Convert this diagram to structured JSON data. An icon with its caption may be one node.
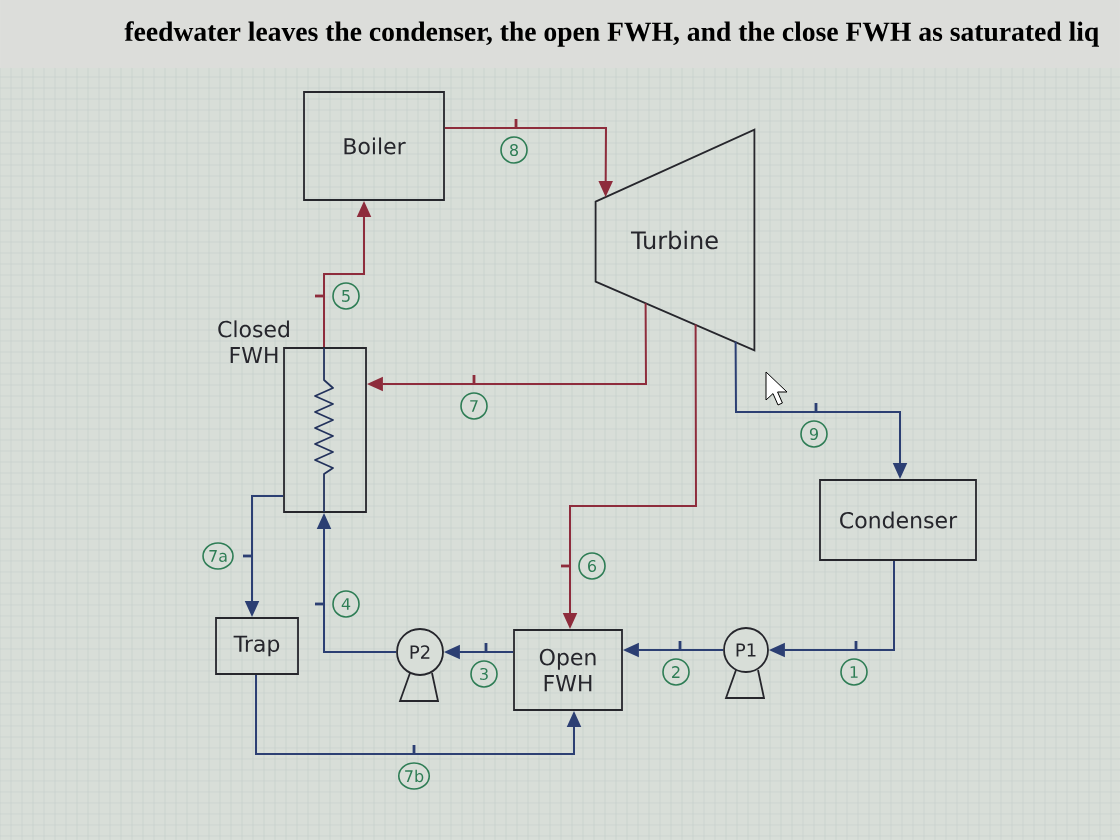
{
  "diagram": {
    "nodes": [
      {
        "text": [
          "Boiler"
        ]
      },
      {
        "text": [
          "Turbine"
        ]
      },
      {
        "text": [
          "Closed FWH"
        ]
      },
      {
        "text": [
          "Condenser"
        ]
      },
      {
        "text": [
          "Trap"
        ]
      },
      {
        "text": [
          "P2"
        ]
      },
      {
        "text": [
          "Open FWH"
        ]
      },
      {
        "text": [
          "P1"
        ]
      }
    ],
    "edges": [
      {
        "from": 0,
        "to": 1,
        "arrow": "to",
        "label": "8",
        "color": "#8e2c3c"
      },
      {
        "from": 2,
        "to": 0,
        "arrow": "to",
        "label": "5",
        "color": "#8e2c3c"
      },
      {
        "from": 1,
        "to": 2,
        "arrow": "to",
        "label": "7",
        "color": "#8e2c3c"
      },
      {
        "from": 1,
        "to": 6,
        "arrow": "to",
        "label": "6",
        "color": "#8e2c3c"
      },
      {
        "from": 1,
        "to": 3,
        "arrow": "to",
        "label": "9"
      },
      {
        "from": 3,
        "to": 7,
        "arrow": "to",
        "label": "1"
      },
      {
        "from": 7,
        "to": 6,
        "arrow": "to",
        "label": "2"
      },
      {
        "from": 6,
        "to": 5,
        "arrow": "to",
        "label": "3"
      },
      {
        "from": 5,
        "to": 2,
        "arrow": "to",
        "label": "4"
      },
      {
        "from": 2,
        "to": 4,
        "arrow": "to",
        "label": "7a"
      },
      {
        "from": 4,
        "to": 6,
        "arrow": "to",
        "label": "7b"
      }
    ],
    "labels": [
      "feedwater leaves the condenser, the open FWH, and the close FWH as saturated liq"
    ]
  }
}
